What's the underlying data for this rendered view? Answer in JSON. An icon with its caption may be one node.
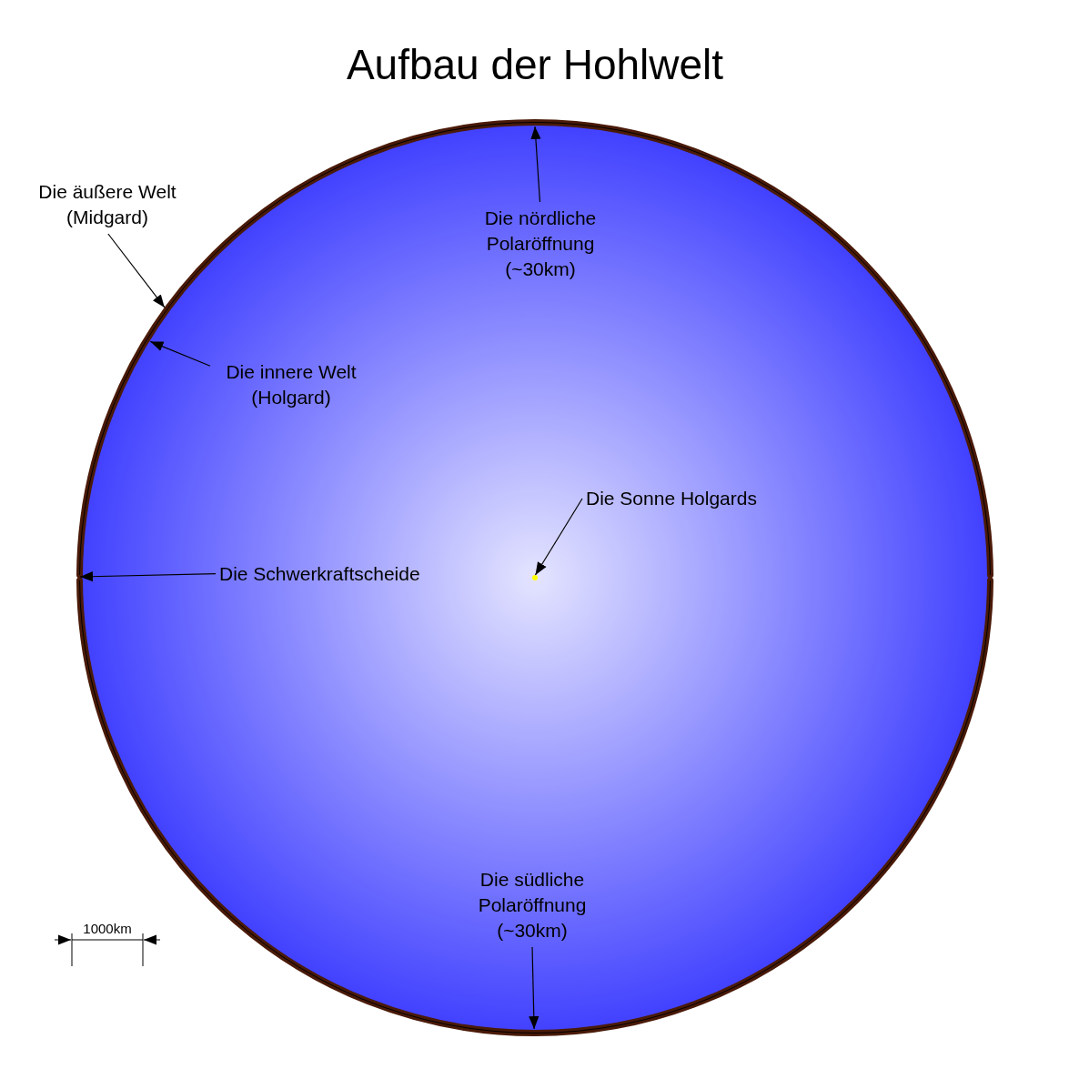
{
  "diagram": {
    "title": "Aufbau der Hohlwelt",
    "nodes": [
      {
        "text": [
          "Die äußere Welt (Midgard)"
        ]
      },
      {
        "text": [],
        "shape": "circle"
      },
      {
        "text": [
          "Die nördliche Polaröffnung (~30km)"
        ],
        "in": 1
      },
      {
        "text": [
          "Die innere Welt (Holgard)"
        ],
        "in": 1
      },
      {
        "text": [
          "Die Sonne Holgards"
        ],
        "in": 1
      },
      {
        "text": [
          "Die Schwerkraftscheide"
        ],
        "in": 1
      },
      {
        "text": [
          "Die südliche Polaröffnung (~30km)"
        ],
        "in": 1
      },
      {
        "text": [],
        "shape": "circle",
        "in": 1
      }
    ],
    "edges": [
      {
        "from": 0,
        "to": 1,
        "arrow": "to"
      },
      {
        "from": 2,
        "to": 1,
        "arrow": "to"
      },
      {
        "from": 3,
        "to": 1,
        "arrow": "to"
      },
      {
        "from": 4,
        "to": 7,
        "arrow": "to"
      },
      {
        "from": 5,
        "to": 1,
        "arrow": "to"
      },
      {
        "from": 6,
        "to": 1,
        "arrow": "to"
      }
    ],
    "labels": [
      "1000km"
    ]
  }
}
